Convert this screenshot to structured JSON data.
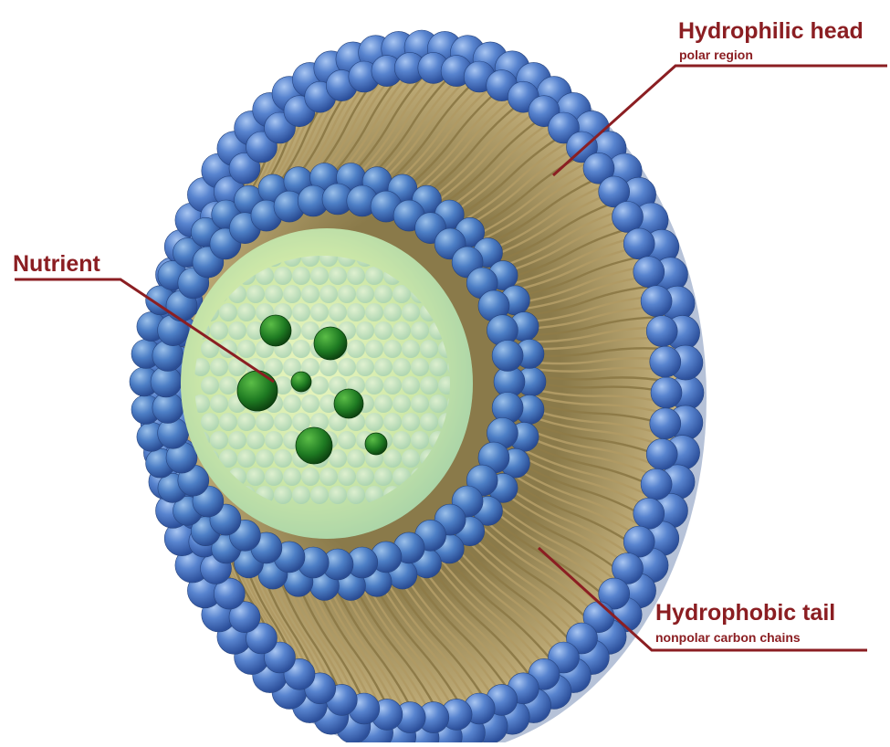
{
  "labels": {
    "head": {
      "title": "Hydrophilic head",
      "subtitle": "polar region"
    },
    "nutrient": {
      "title": "Nutrient"
    },
    "tail": {
      "title": "Hydrophobic  tail",
      "subtitle": "nonpolar carbon chains"
    }
  },
  "colors": {
    "label": "#8b1e22",
    "head_sphere": "#4f7fc8",
    "tail_chain": "#b09a64",
    "core": "#bfe0a0",
    "nutrient": "#1d7a24"
  }
}
